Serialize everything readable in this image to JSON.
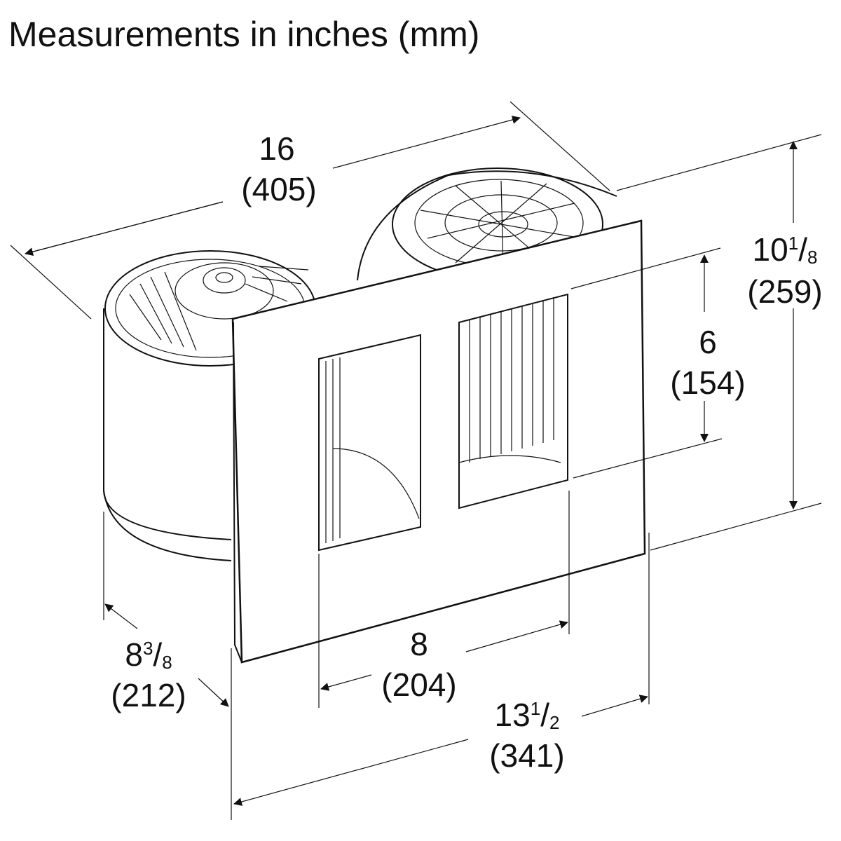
{
  "title": "Measurements in inches (mm)",
  "dimensions": {
    "depth": {
      "int": "16",
      "num": "",
      "den": "",
      "mm": "(405)"
    },
    "height": {
      "int": "10",
      "num": "1",
      "den": "8",
      "mm": "(259)"
    },
    "opening_height": {
      "int": "6",
      "num": "",
      "den": "",
      "mm": "(154)"
    },
    "opening_width": {
      "int": "8",
      "num": "",
      "den": "",
      "mm": "(204)"
    },
    "width": {
      "int": "13",
      "num": "1",
      "den": "2",
      "mm": "(341)"
    },
    "side": {
      "int": "8",
      "num": "3",
      "den": "8",
      "mm": "(212)"
    }
  }
}
